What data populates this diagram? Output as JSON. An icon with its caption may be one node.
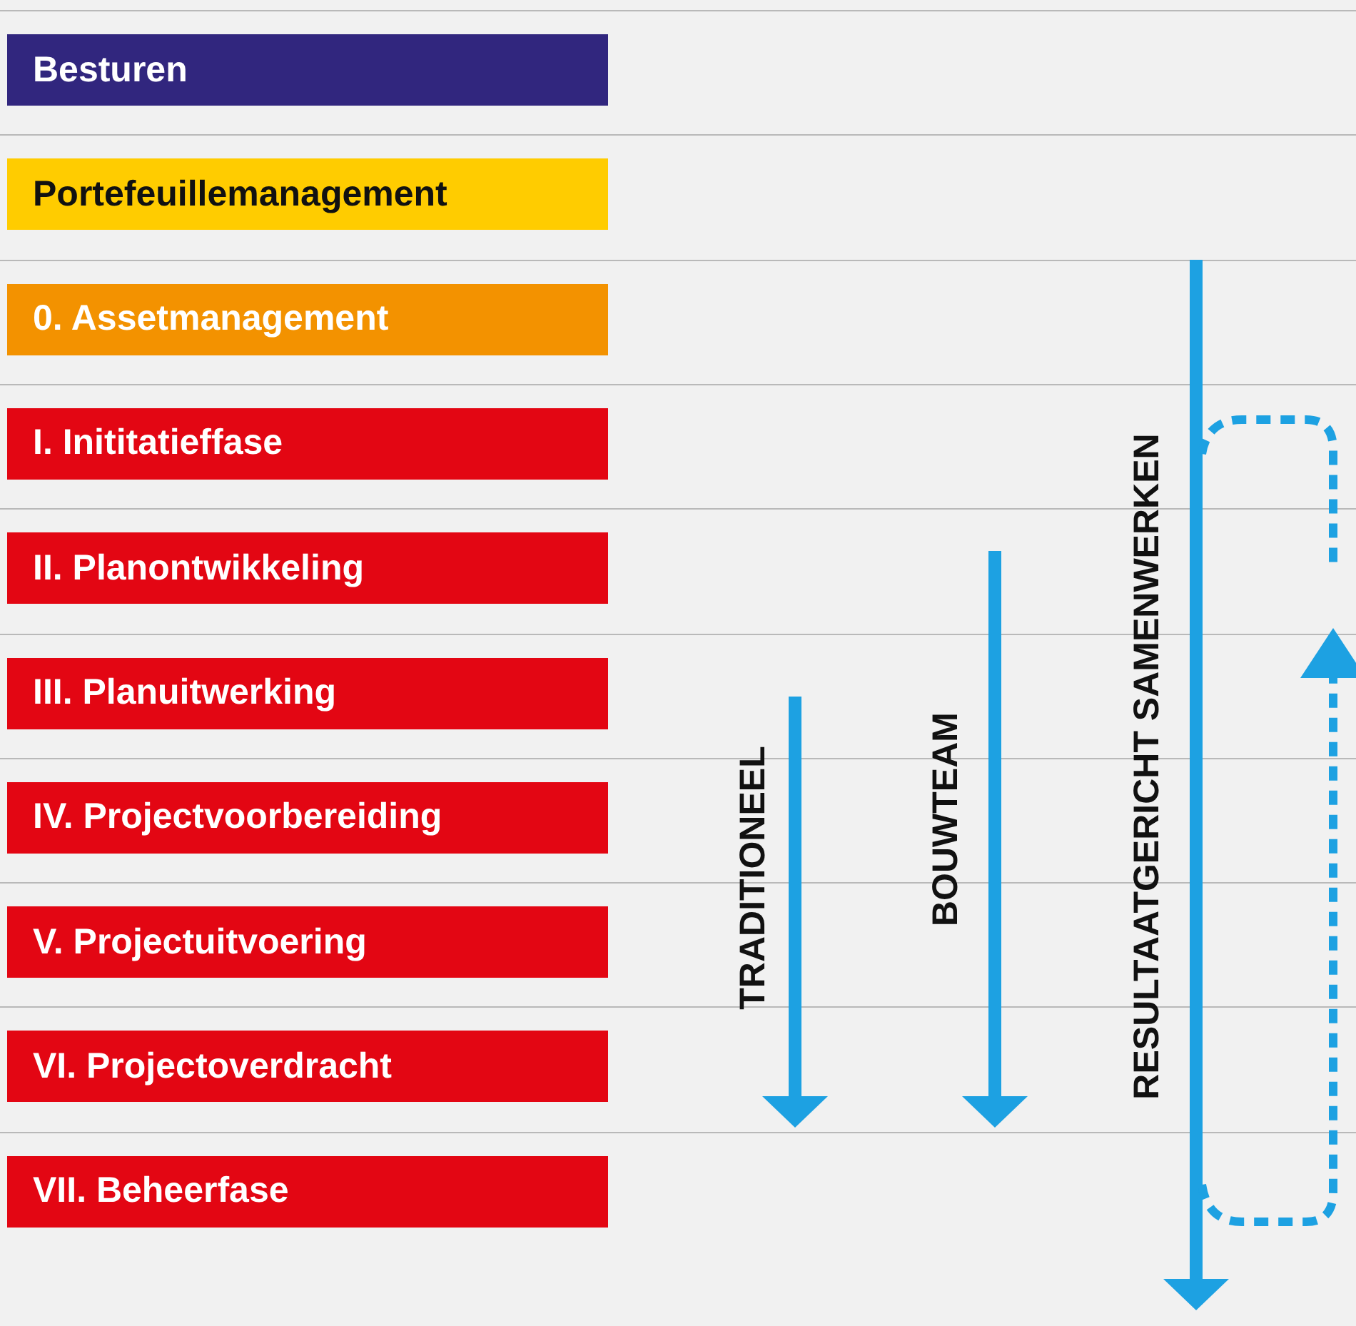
{
  "diagram": {
    "nodes": [
      {
        "text": [
          "Besturen"
        ]
      },
      {
        "text": [
          "Portefeuillemanagement"
        ]
      },
      {
        "text": [
          "0. Assetmanagement"
        ]
      },
      {
        "text": [
          "I. Inititatieffase"
        ]
      },
      {
        "text": [
          "II. Planontwikkeling"
        ]
      },
      {
        "text": [
          "III. Planuitwerking"
        ]
      },
      {
        "text": [
          "IV. Projectvoorbereiding"
        ]
      },
      {
        "text": [
          "V. Projectuitvoering"
        ]
      },
      {
        "text": [
          "VI. Projectoverdracht"
        ]
      },
      {
        "text": [
          "VII. Beheerfase"
        ]
      }
    ],
    "labels": [
      "TRADITIONEEL",
      "BOUWTEAM",
      "RESULTAATGERICHT SAMENWERKEN"
    ]
  }
}
